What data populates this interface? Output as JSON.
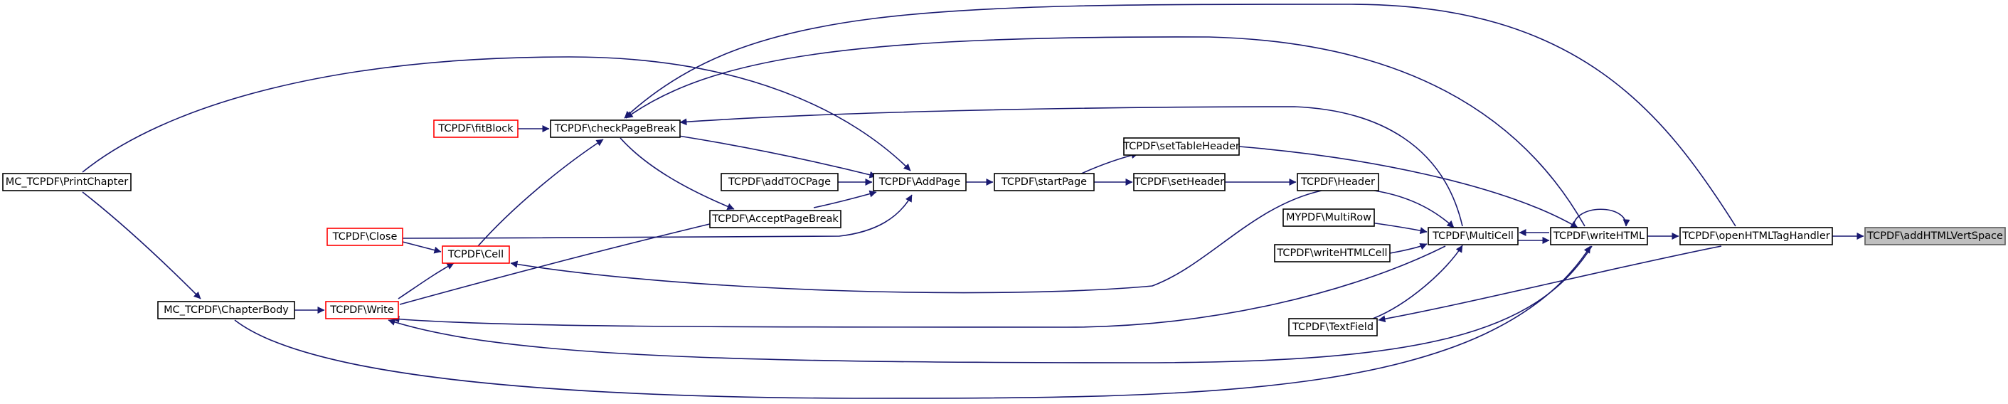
{
  "diagram": {
    "type": "call-graph",
    "edge_color": "#191970",
    "truncated_border_color": "#ff0000",
    "root_fill": "#bfbfbf",
    "nodes": {
      "addHTMLVertSpace": "TCPDF\\addHTMLVertSpace",
      "openHTMLTagHandler": "TCPDF\\openHTMLTagHandler",
      "writeHTML": "TCPDF\\writeHTML",
      "MultiCell": "TCPDF\\MultiCell",
      "Header": "TCPDF\\Header",
      "MultiRow": "MYPDF\\MultiRow",
      "writeHTMLCell": "TCPDF\\writeHTMLCell",
      "TextField": "TCPDF\\TextField",
      "setTableHeader": "TCPDF\\setTableHeader",
      "setHeader": "TCPDF\\setHeader",
      "startPage": "TCPDF\\startPage",
      "AddPage": "TCPDF\\AddPage",
      "addTOCPage": "TCPDF\\addTOCPage",
      "AcceptPageBreak": "TCPDF\\AcceptPageBreak",
      "checkPageBreak": "TCPDF\\checkPageBreak",
      "fitBlock": "TCPDF\\fitBlock",
      "Close": "TCPDF\\Close",
      "Cell": "TCPDF\\Cell",
      "Write": "TCPDF\\Write",
      "ChapterBody": "MC_TCPDF\\ChapterBody",
      "PrintChapter": "MC_TCPDF\\PrintChapter"
    },
    "edges": [
      [
        "openHTMLTagHandler",
        "addHTMLVertSpace"
      ],
      [
        "writeHTML",
        "openHTMLTagHandler"
      ],
      [
        "writeHTML",
        "writeHTML"
      ],
      [
        "MultiCell",
        "writeHTML"
      ],
      [
        "writeHTML",
        "MultiCell"
      ],
      [
        "Header",
        "MultiCell"
      ],
      [
        "MultiRow",
        "MultiCell"
      ],
      [
        "writeHTMLCell",
        "MultiCell"
      ],
      [
        "TextField",
        "MultiCell"
      ],
      [
        "openHTMLTagHandler",
        "TextField"
      ],
      [
        "setTableHeader",
        "writeHTML"
      ],
      [
        "setHeader",
        "Header"
      ],
      [
        "startPage",
        "setTableHeader"
      ],
      [
        "startPage",
        "setHeader"
      ],
      [
        "AddPage",
        "startPage"
      ],
      [
        "addTOCPage",
        "AddPage"
      ],
      [
        "AcceptPageBreak",
        "AddPage"
      ],
      [
        "checkPageBreak",
        "AddPage"
      ],
      [
        "checkPageBreak",
        "AcceptPageBreak"
      ],
      [
        "fitBlock",
        "checkPageBreak"
      ],
      [
        "MultiCell",
        "checkPageBreak"
      ],
      [
        "writeHTML",
        "checkPageBreak"
      ],
      [
        "openHTMLTagHandler",
        "checkPageBreak"
      ],
      [
        "Cell",
        "checkPageBreak"
      ],
      [
        "Close",
        "AddPage"
      ],
      [
        "Close",
        "Cell"
      ],
      [
        "Write",
        "Cell"
      ],
      [
        "Header",
        "Cell"
      ],
      [
        "Write",
        "AcceptPageBreak"
      ],
      [
        "MultiCell",
        "Write"
      ],
      [
        "writeHTML",
        "Write"
      ],
      [
        "ChapterBody",
        "Write"
      ],
      [
        "PrintChapter",
        "ChapterBody"
      ],
      [
        "PrintChapter",
        "AddPage"
      ],
      [
        "ChapterBody",
        "writeHTML"
      ]
    ]
  }
}
